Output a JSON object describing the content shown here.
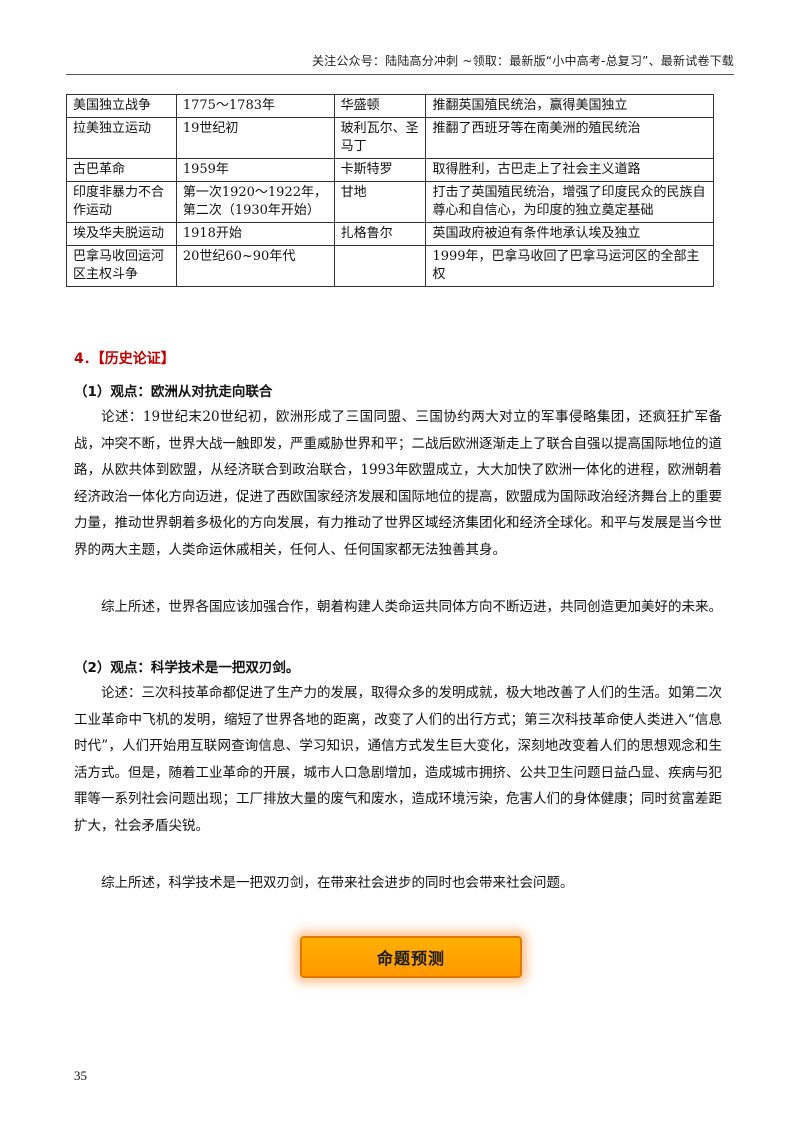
{
  "header": {
    "text": "关注公众号：陆陆高分冲刺 ~领取：最新版“小中高考-总复习”、最新试卷下载"
  },
  "table": {
    "rows": [
      [
        "美国独立战争",
        "1775～1783年",
        "华盛顿",
        "推翻英国殖民统治，赢得美国独立"
      ],
      [
        "拉美独立运动",
        "19世纪初",
        "玻利瓦尔、圣马丁",
        "推翻了西班牙等在南美洲的殖民统治"
      ],
      [
        "古巴革命",
        "1959年",
        "卡斯特罗",
        "取得胜利，古巴走上了社会主义道路"
      ],
      [
        "印度非暴力不合作运动",
        "第一次1920～1922年，第二次（1930年开始）",
        "甘地",
        "打击了英国殖民统治，增强了印度民众的民族自尊心和自信心，为印度的独立奠定基础"
      ],
      [
        "埃及华夫脱运动",
        "1918开始",
        "扎格鲁尔",
        "英国政府被迫有条件地承认埃及独立"
      ],
      [
        "巴拿马收回运河区主权斗争",
        "20世纪60~90年代",
        "",
        "1999年，巴拿马收回了巴拿马运河区的全部主权"
      ]
    ]
  },
  "section": {
    "title": "4．【历史论证】"
  },
  "points": [
    {
      "title": "（1）观点：欧洲从对抗走向联合",
      "argument": "论述：19世纪末20世纪初，欧洲形成了三国同盟、三国协约两大对立的军事侵略集团，还疯狂扩军备战，冲突不断，世界大战一触即发，严重威胁世界和平；二战后欧洲逐渐走上了联合自强以提高国际地位的道路，从欧共体到欧盟，从经济联合到政治联合，1993年欧盟成立，大大加快了欧洲一体化的进程，欧洲朝着经济政治一体化方向迈进，促进了西欧国家经济发展和国际地位的提高，欧盟成为国际政治经济舞台上的重要力量，推动世界朝着多极化的方向发展，有力推动了世界区域经济集团化和经济全球化。和平与发展是当今世界的两大主题，人类命运休戚相关，任何人、任何国家都无法独善其身。",
      "conclusion": "综上所述，世界各国应该加强合作，朝着构建人类命运共同体方向不断迈进，共同创造更加美好的未来。"
    },
    {
      "title": "（2）观点：科学技术是一把双刃剑。",
      "argument": "论述：三次科技革命都促进了生产力的发展，取得众多的发明成就，极大地改善了人们的生活。如第二次工业革命中飞机的发明，缩短了世界各地的距离，改变了人们的出行方式；第三次科技革命使人类进入“信息时代”，人们开始用互联网查询信息、学习知识，通信方式发生巨大变化，深刻地改变着人们的思想观念和生活方式。但是，随着工业革命的开展，城市人口急剧增加，造成城市拥挤、公共卫生问题日益凸显、疾病与犯罪等一系列社会问题出现；工厂排放大量的废气和废水，造成环境污染，危害人们的身体健康；同时贫富差距扩大，社会矛盾尖锐。",
      "conclusion": "综上所述，科学技术是一把双刃剑，在带来社会进步的同时也会带来社会问题。"
    }
  ],
  "banner": {
    "label": "命题预测",
    "color": "#ffa800"
  },
  "footer": {
    "page_number": "35"
  }
}
